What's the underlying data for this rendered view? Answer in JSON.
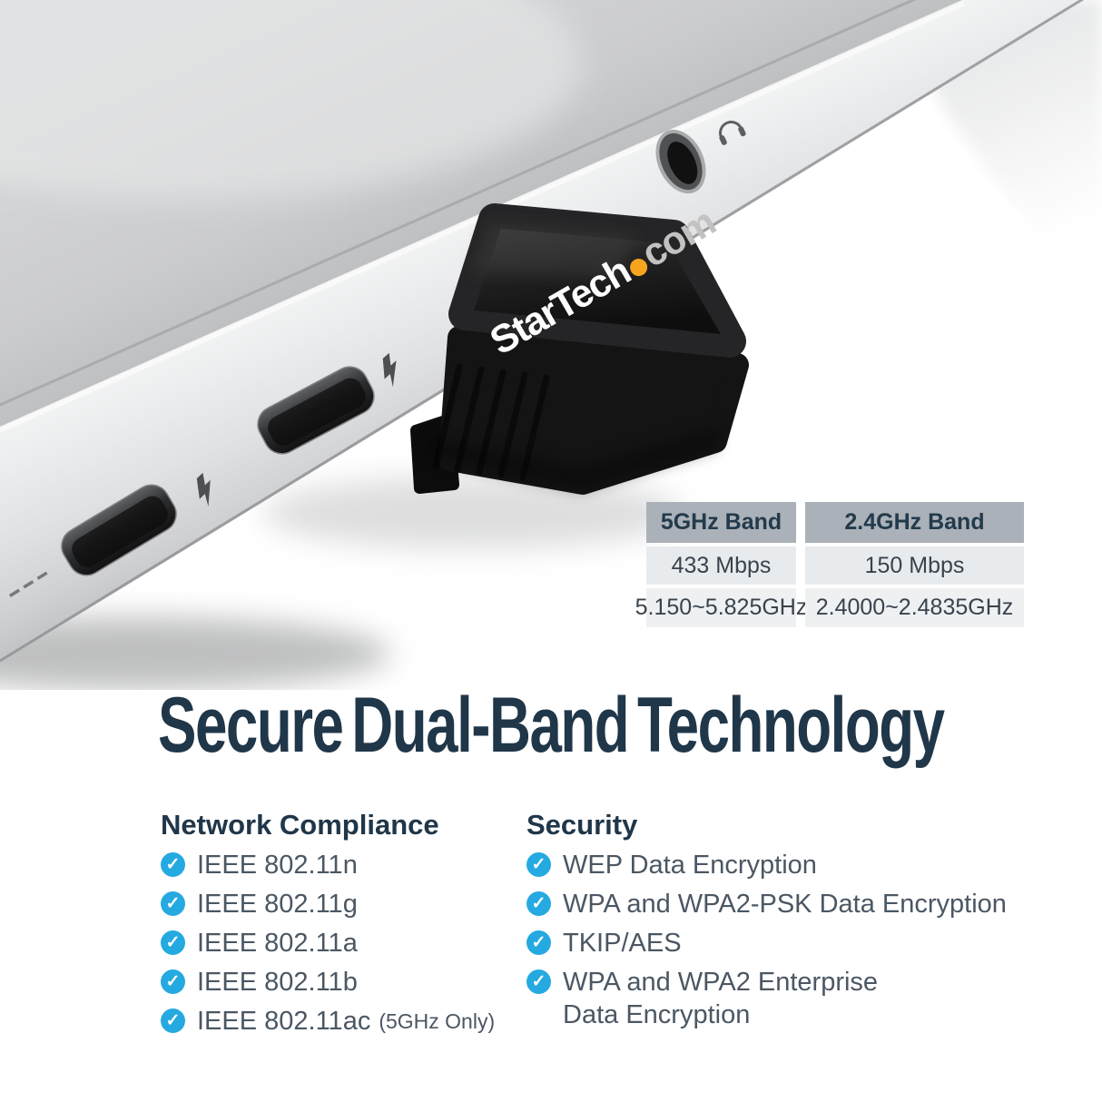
{
  "photo": {
    "adapter_logo": {
      "brand": "StarTech",
      "suffix": "com",
      "dot_color": "#f7a41f"
    },
    "icons": [
      "headphone-jack",
      "headphone-icon",
      "thunderbolt-port",
      "thunderbolt-icon",
      "check-circle-icon"
    ]
  },
  "spec_table": {
    "columns": [
      {
        "header": "5GHz Band",
        "speed": "433 Mbps",
        "frequency": "5.150~5.825GHz"
      },
      {
        "header": "2.4GHz Band",
        "speed": "150 Mbps",
        "frequency": "2.4000~2.4835GHz"
      }
    ]
  },
  "headline": {
    "text": "Secure Dual-Band Technology"
  },
  "sections": {
    "check_glyph": "✓",
    "network": {
      "title": "Network Compliance",
      "items": [
        {
          "text": "IEEE 802.11n",
          "note": ""
        },
        {
          "text": "IEEE 802.11g",
          "note": ""
        },
        {
          "text": "IEEE 802.11a",
          "note": ""
        },
        {
          "text": "IEEE 802.11b",
          "note": ""
        },
        {
          "text": "IEEE 802.11ac",
          "note": "(5GHz Only)"
        }
      ]
    },
    "security": {
      "title": "Security",
      "items": [
        {
          "text": "WEP Data Encryption",
          "text2": ""
        },
        {
          "text": "WPA and WPA2-PSK Data Encryption",
          "text2": ""
        },
        {
          "text": "TKIP/AES",
          "text2": ""
        },
        {
          "text": "WPA and WPA2 Enterprise",
          "text2": "Data Encryption"
        }
      ]
    }
  },
  "colors": {
    "headline_navy": "#203649",
    "list_text_gray": "#4b5763",
    "check_blue": "#25a9e1",
    "table_header_bg": "#abb1b8",
    "table_header_text": "#223a4c",
    "table_row_bg": "#e8ebed",
    "logo_dot_orange": "#f7a41f"
  }
}
